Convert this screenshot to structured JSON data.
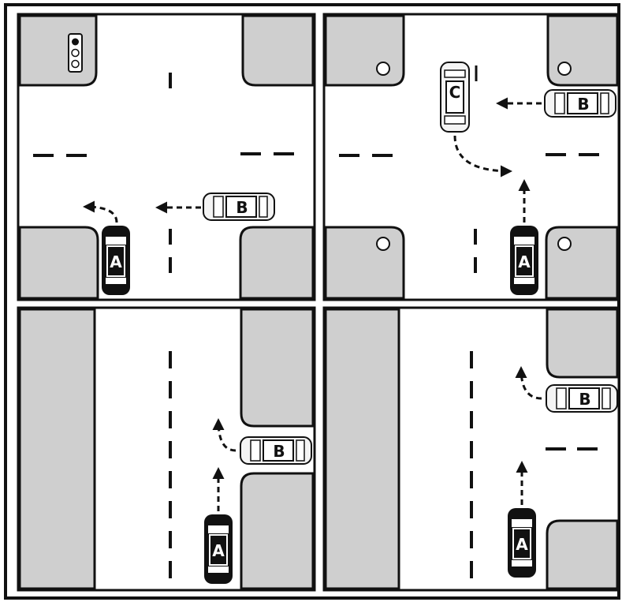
{
  "colors": {
    "frame": "#111111",
    "curb_fill": "#cfcfcf",
    "road": "#ffffff",
    "dark_car": "#111111",
    "light_car": "#f4f4f4"
  },
  "icons": {
    "traffic_light": "traffic-light-icon",
    "stop_sign_marker": "circle-marker-icon",
    "arrow": "dashed-arrow-icon"
  },
  "panels": [
    {
      "id": "top-left",
      "cars": [
        {
          "label": "A",
          "style": "dark"
        },
        {
          "label": "B",
          "style": "light"
        }
      ]
    },
    {
      "id": "top-right",
      "cars": [
        {
          "label": "C",
          "style": "light"
        },
        {
          "label": "B",
          "style": "light"
        },
        {
          "label": "A",
          "style": "dark"
        }
      ]
    },
    {
      "id": "bottom-left",
      "cars": [
        {
          "label": "B",
          "style": "light"
        },
        {
          "label": "A",
          "style": "dark"
        }
      ]
    },
    {
      "id": "bottom-right",
      "cars": [
        {
          "label": "B",
          "style": "light"
        },
        {
          "label": "A",
          "style": "dark"
        }
      ]
    }
  ]
}
